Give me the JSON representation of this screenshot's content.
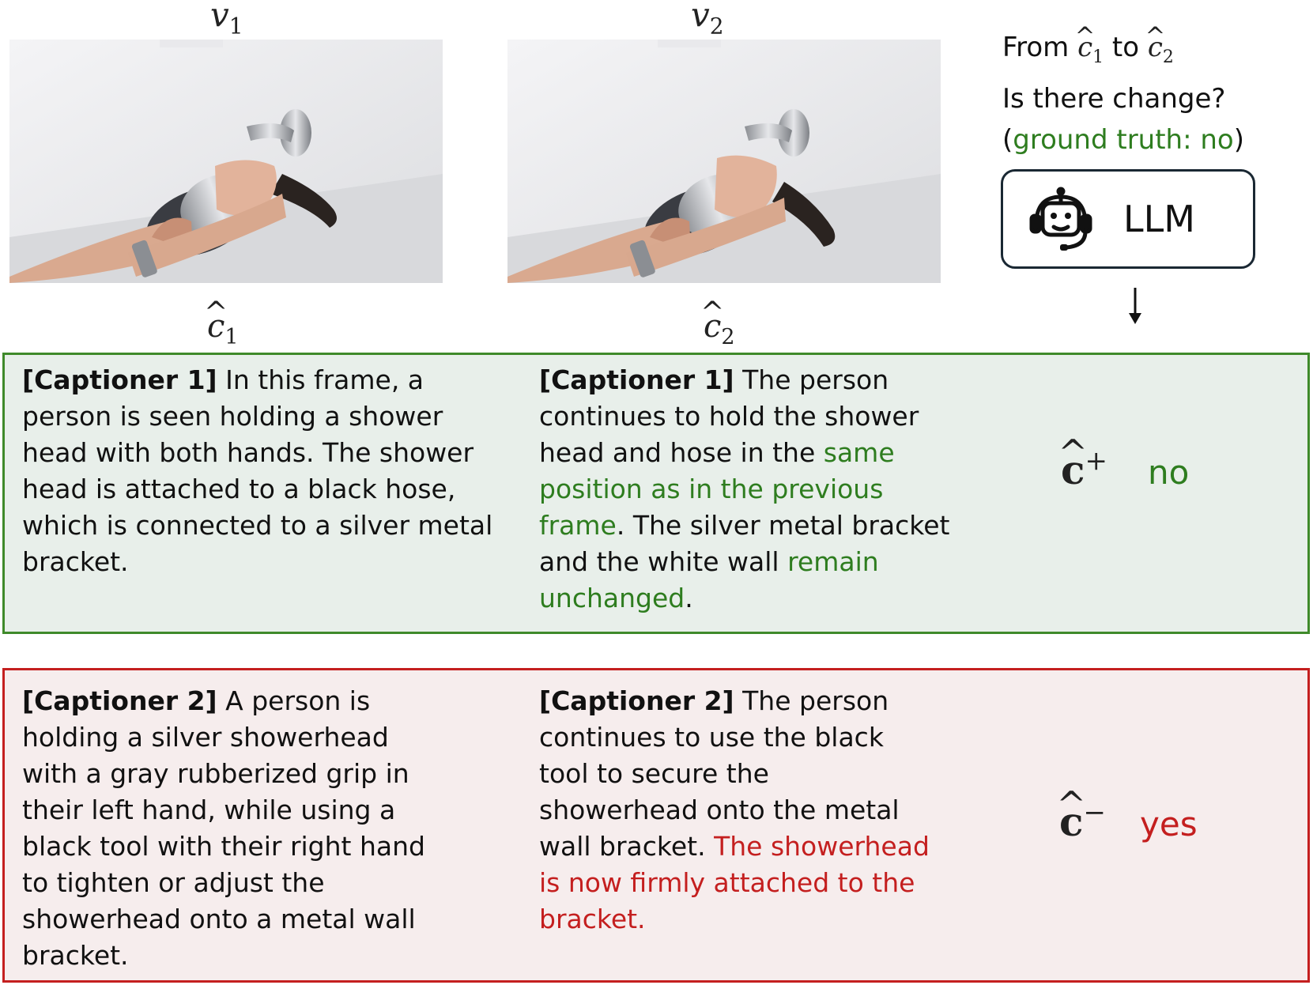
{
  "frames": {
    "v1": {
      "label_base": "v",
      "label_sub": "1"
    },
    "v2": {
      "label_base": "v",
      "label_sub": "2"
    }
  },
  "captions_ref": {
    "c1": {
      "base": "c",
      "sub": "1"
    },
    "c2": {
      "base": "c",
      "sub": "2"
    }
  },
  "query": {
    "from_word": "From",
    "to_word": "to",
    "question": "Is there change?",
    "gt_open": "(",
    "gt_text": "ground truth: no",
    "gt_close": ")"
  },
  "llm": {
    "label": "LLM",
    "icon": "robot-headset-icon"
  },
  "positive": {
    "caption1": {
      "tag": "[Captioner 1]",
      "text": " In this frame, a person is seen holding a shower head with both hands. The shower head is attached to a black hose, which is connected to a silver metal bracket."
    },
    "caption2": {
      "tag": "[Captioner 1]",
      "text_a": " The person continues to hold the shower head and hose in the ",
      "hl_a": "same position as in the previous frame",
      "text_b": ". The silver metal bracket and the white wall ",
      "hl_b": "remain unchanged",
      "text_c": "."
    },
    "symbol_base": "c",
    "symbol_sup": "+",
    "answer": "no"
  },
  "negative": {
    "caption1": {
      "tag": "[Captioner 2]",
      "text": " A person is holding a silver showerhead with a gray rubberized grip in their left hand, while using a black tool with their right hand to tighten or adjust the showerhead onto a metal wall bracket."
    },
    "caption2": {
      "tag": "[Captioner 2]",
      "text_a": " The person continues to use the black tool to secure the showerhead onto the metal wall bracket. ",
      "hl_a": "The showerhead is now firmly attached to the bracket."
    },
    "symbol_base": "c",
    "symbol_sup": "−",
    "answer": "yes"
  },
  "colors": {
    "positive_border": "#3f8a2a",
    "positive_fill": "#e8efea",
    "negative_border": "#c41f1f",
    "negative_fill": "#f6eded",
    "positive_text": "#2e7d1f",
    "negative_text": "#c41f1f"
  }
}
